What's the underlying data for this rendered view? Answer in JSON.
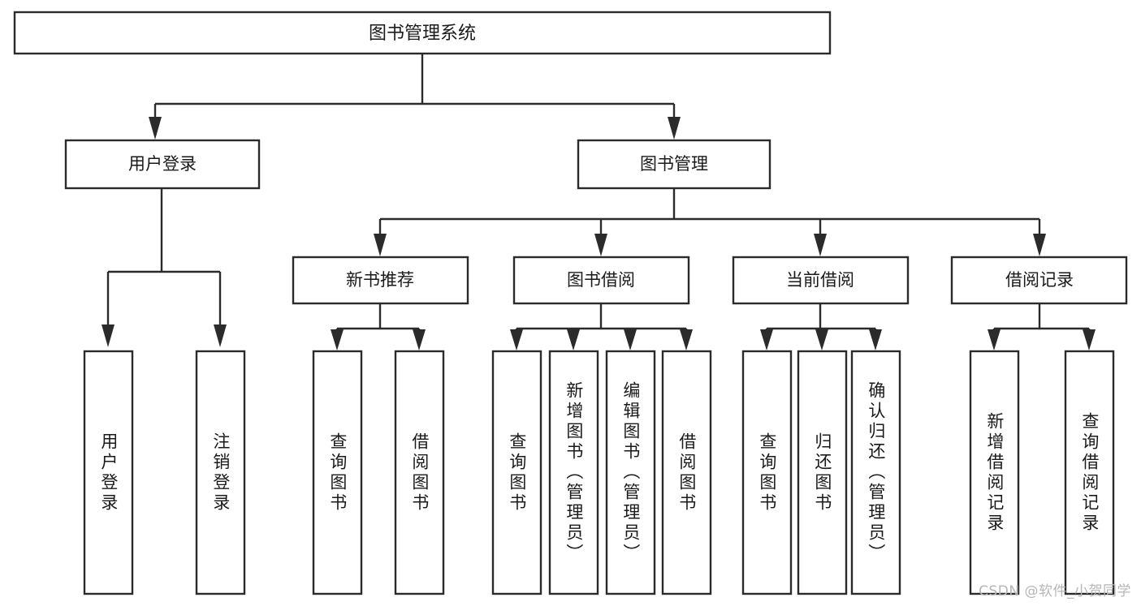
{
  "diagram": {
    "type": "tree",
    "title": "图书管理系统",
    "watermark": "CSDN @软件_小贺同学",
    "colors": {
      "box_stroke": "#2b2b2b",
      "box_fill": "#ffffff",
      "text": "#1a1a1a",
      "background": "#ffffff",
      "watermark": "#b6b6b6"
    },
    "root": {
      "label": "图书管理系统",
      "orientation": "horizontal"
    },
    "level2": [
      {
        "label": "用户登录",
        "orientation": "horizontal"
      },
      {
        "label": "图书管理",
        "orientation": "horizontal"
      }
    ],
    "level3": [
      {
        "label": "新书推荐",
        "orientation": "horizontal"
      },
      {
        "label": "图书借阅",
        "orientation": "horizontal"
      },
      {
        "label": "当前借阅",
        "orientation": "horizontal"
      },
      {
        "label": "借阅记录",
        "orientation": "horizontal"
      }
    ],
    "leaves": [
      {
        "label": "用户登录",
        "orientation": "vertical",
        "parent": "用户登录"
      },
      {
        "label": "注销登录",
        "orientation": "vertical",
        "parent": "用户登录"
      },
      {
        "label": "查询图书",
        "orientation": "vertical",
        "parent": "新书推荐"
      },
      {
        "label": "借阅图书",
        "orientation": "vertical",
        "parent": "新书推荐"
      },
      {
        "label": "查询图书",
        "orientation": "vertical",
        "parent": "图书借阅"
      },
      {
        "label": "新增图书（管理员）",
        "orientation": "vertical",
        "parent": "图书借阅"
      },
      {
        "label": "编辑图书（管理员）",
        "orientation": "vertical",
        "parent": "图书借阅"
      },
      {
        "label": "借阅图书",
        "orientation": "vertical",
        "parent": "图书借阅"
      },
      {
        "label": "查询图书",
        "orientation": "vertical",
        "parent": "当前借阅"
      },
      {
        "label": "归还图书",
        "orientation": "vertical",
        "parent": "当前借阅"
      },
      {
        "label": "确认归还（管理员）",
        "orientation": "vertical",
        "parent": "当前借阅"
      },
      {
        "label": "新增借阅记录",
        "orientation": "vertical",
        "parent": "借阅记录"
      },
      {
        "label": "查询借阅记录",
        "orientation": "vertical",
        "parent": "借阅记录"
      }
    ]
  }
}
